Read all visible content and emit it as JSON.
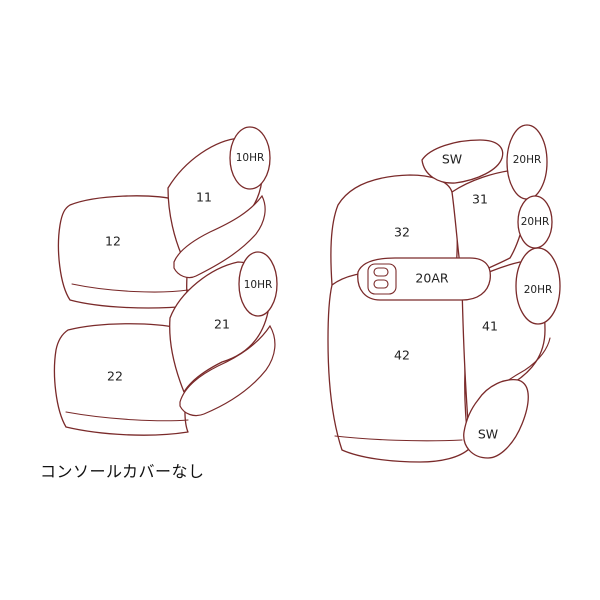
{
  "labels": {
    "p11": "11",
    "p12": "12",
    "p21": "21",
    "p22": "22",
    "hr1": "10HR",
    "hr2": "10HR",
    "p31": "31",
    "p32": "32",
    "p41": "41",
    "p42": "42",
    "sw_top": "SW",
    "sw_bottom": "SW",
    "hr20a": "20HR",
    "hr20b": "20HR",
    "hr20c": "20HR",
    "ar": "20AR"
  },
  "note": "コンソールカバーなし",
  "colors": {
    "line": "#7a2a2a",
    "text": "#222222"
  }
}
